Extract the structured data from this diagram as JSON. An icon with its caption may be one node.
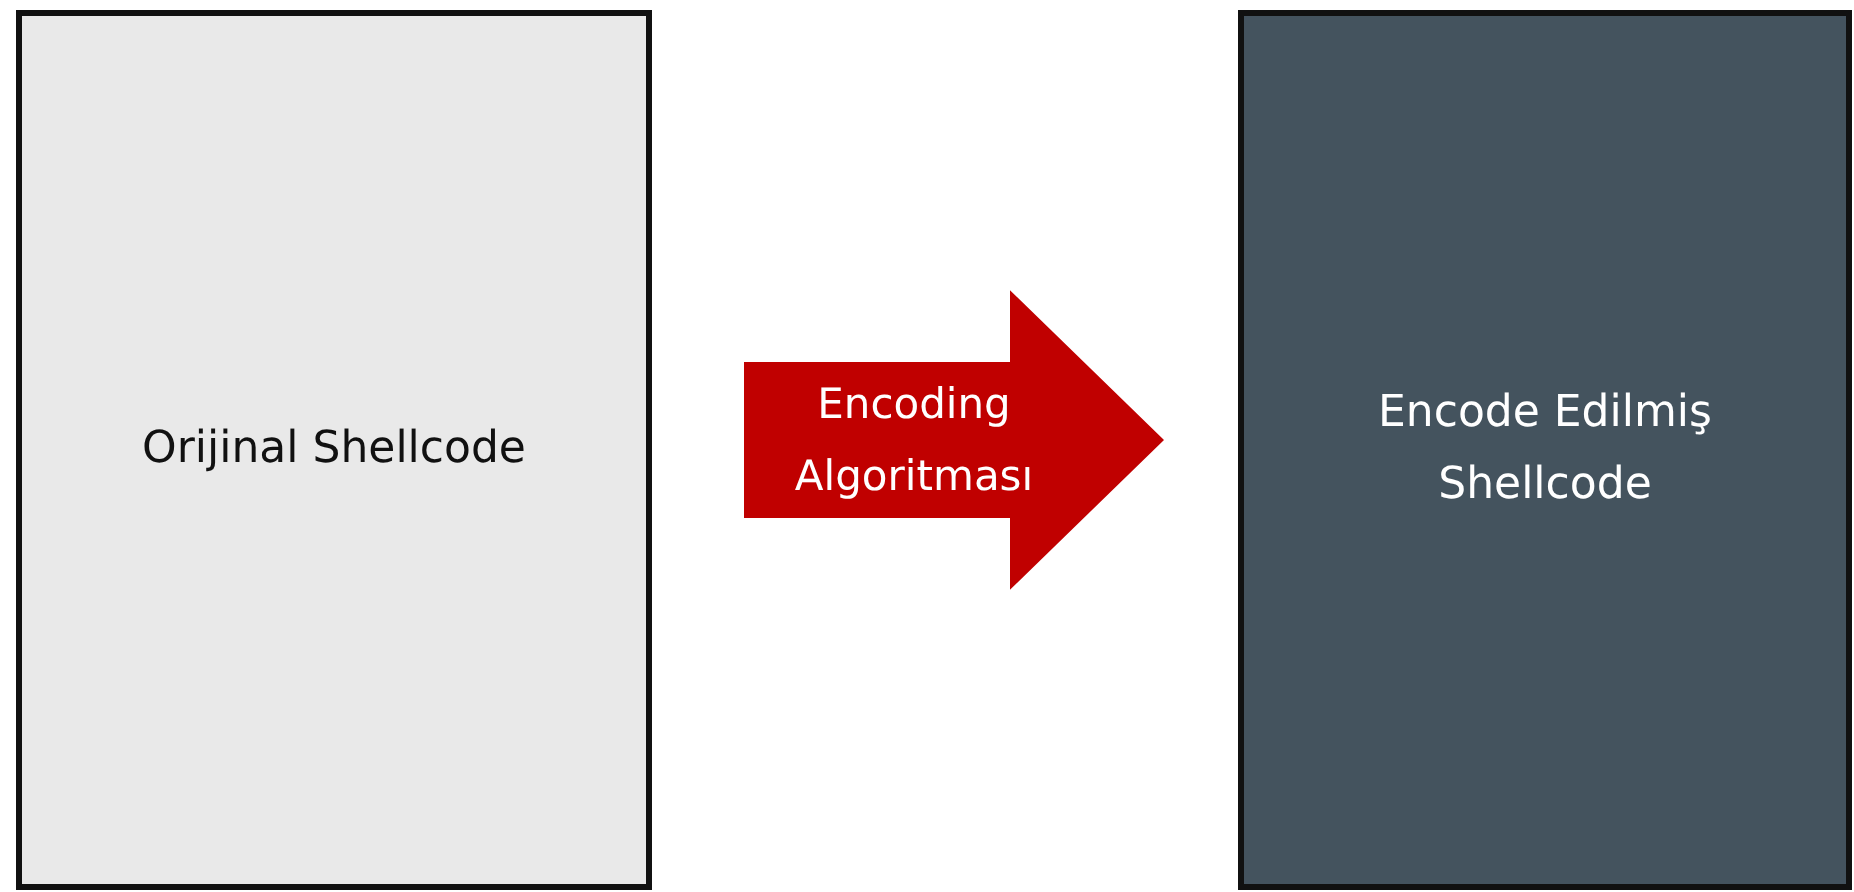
{
  "diagram": {
    "nodes": [
      {
        "text": [
          "Orijinal Shellcode"
        ]
      },
      {
        "text": [
          "Encode Edilmiş Shellcode"
        ]
      }
    ],
    "edges": [
      {
        "from": 0,
        "to": 1,
        "arrow": "to",
        "label": "Encoding Algoritması",
        "style": "thick",
        "color": "#c00000"
      }
    ]
  }
}
